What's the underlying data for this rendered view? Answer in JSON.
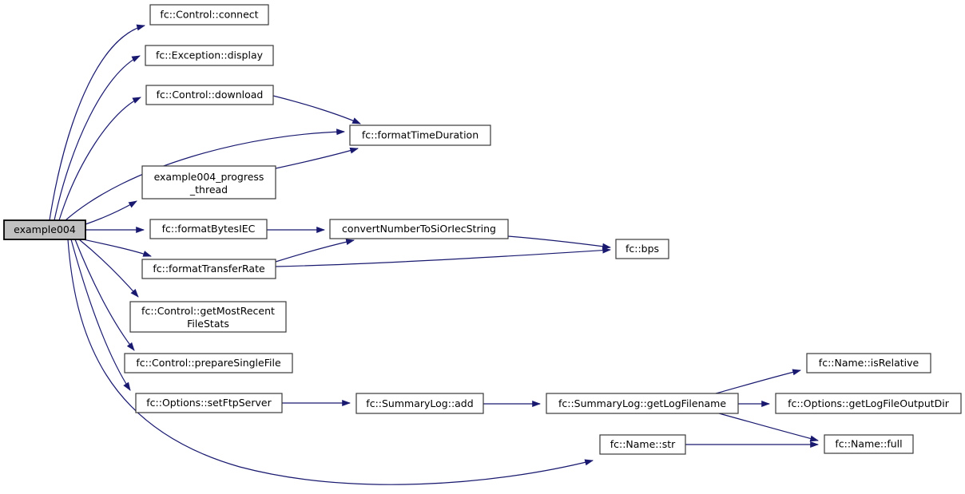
{
  "diagram": {
    "kind": "call-graph",
    "root_function": "example004",
    "colors": {
      "edge": "#191970",
      "node_border": "#3a3a3a",
      "node_fill": "#ffffff",
      "root_node_fill": "#c0c0c0",
      "root_node_border": "#000000",
      "text": "#000000",
      "background": "#ffffff"
    },
    "nodes": [
      {
        "id": "example004",
        "lines": [
          "example004"
        ],
        "highlighted": true
      },
      {
        "id": "fc-control-connect",
        "lines": [
          "fc::Control::connect"
        ]
      },
      {
        "id": "fc-exception-display",
        "lines": [
          "fc::Exception::display"
        ]
      },
      {
        "id": "fc-control-download",
        "lines": [
          "fc::Control::download"
        ]
      },
      {
        "id": "fc-format-time-duration",
        "lines": [
          "fc::formatTimeDuration"
        ]
      },
      {
        "id": "example004-progress-thread",
        "lines": [
          "example004_progress",
          "_thread"
        ]
      },
      {
        "id": "fc-format-bytes-iec",
        "lines": [
          "fc::formatBytesIEC"
        ]
      },
      {
        "id": "convert-number-to-si-or-iec-string",
        "lines": [
          "convertNumberToSiOrIecString"
        ]
      },
      {
        "id": "fc-bps",
        "lines": [
          "fc::bps"
        ]
      },
      {
        "id": "fc-format-transfer-rate",
        "lines": [
          "fc::formatTransferRate"
        ]
      },
      {
        "id": "fc-control-get-most-recent-file-stats",
        "lines": [
          "fc::Control::getMostRecent",
          "FileStats"
        ]
      },
      {
        "id": "fc-control-prepare-single-file",
        "lines": [
          "fc::Control::prepareSingleFile"
        ]
      },
      {
        "id": "fc-options-set-ftp-server",
        "lines": [
          "fc::Options::setFtpServer"
        ]
      },
      {
        "id": "fc-summarylog-add",
        "lines": [
          "fc::SummaryLog::add"
        ]
      },
      {
        "id": "fc-summarylog-get-log-filename",
        "lines": [
          "fc::SummaryLog::getLogFilename"
        ]
      },
      {
        "id": "fc-name-str",
        "lines": [
          "fc::Name::str"
        ]
      },
      {
        "id": "fc-name-is-relative",
        "lines": [
          "fc::Name::isRelative"
        ]
      },
      {
        "id": "fc-options-get-log-file-output-dir",
        "lines": [
          "fc::Options::getLogFileOutputDir"
        ]
      },
      {
        "id": "fc-name-full",
        "lines": [
          "fc::Name::full"
        ]
      }
    ],
    "edges": [
      {
        "from": "example004",
        "to": "fc::Control::connect"
      },
      {
        "from": "example004",
        "to": "fc::Exception::display"
      },
      {
        "from": "example004",
        "to": "fc::Control::download"
      },
      {
        "from": "example004",
        "to": "fc::formatTimeDuration"
      },
      {
        "from": "example004",
        "to": "example004_progress_thread"
      },
      {
        "from": "example004",
        "to": "fc::formatBytesIEC"
      },
      {
        "from": "example004",
        "to": "fc::formatTransferRate"
      },
      {
        "from": "example004",
        "to": "fc::Control::getMostRecentFileStats"
      },
      {
        "from": "example004",
        "to": "fc::Control::prepareSingleFile"
      },
      {
        "from": "example004",
        "to": "fc::Options::setFtpServer"
      },
      {
        "from": "example004",
        "to": "fc::Name::str"
      },
      {
        "from": "fc::Control::download",
        "to": "fc::formatTimeDuration"
      },
      {
        "from": "example004_progress_thread",
        "to": "fc::formatTimeDuration"
      },
      {
        "from": "fc::formatBytesIEC",
        "to": "convertNumberToSiOrIecString"
      },
      {
        "from": "fc::formatTransferRate",
        "to": "convertNumberToSiOrIecString"
      },
      {
        "from": "fc::formatTransferRate",
        "to": "fc::bps"
      },
      {
        "from": "convertNumberToSiOrIecString",
        "to": "fc::bps"
      },
      {
        "from": "fc::Options::setFtpServer",
        "to": "fc::SummaryLog::add"
      },
      {
        "from": "fc::SummaryLog::add",
        "to": "fc::SummaryLog::getLogFilename"
      },
      {
        "from": "fc::SummaryLog::getLogFilename",
        "to": "fc::Name::isRelative"
      },
      {
        "from": "fc::SummaryLog::getLogFilename",
        "to": "fc::Options::getLogFileOutputDir"
      },
      {
        "from": "fc::SummaryLog::getLogFilename",
        "to": "fc::Name::full"
      },
      {
        "from": "fc::Name::str",
        "to": "fc::Name::full"
      }
    ]
  }
}
